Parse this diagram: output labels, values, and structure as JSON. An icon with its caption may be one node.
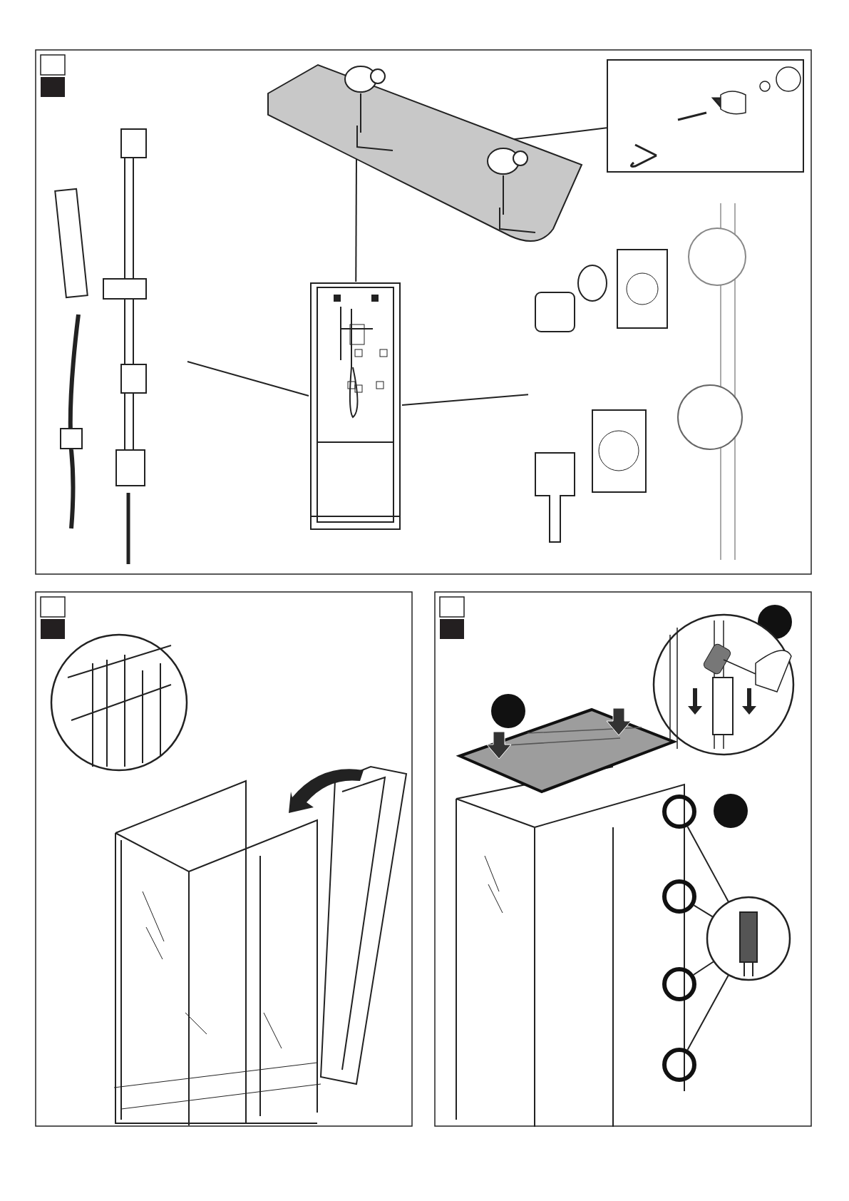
{
  "diagram": {
    "nodes": [
      {
        "text": [],
        "shape": "picture"
      },
      {
        "text": [],
        "shape": "picture"
      },
      {
        "text": [],
        "shape": "box"
      },
      {
        "text": [],
        "shape": "picture"
      },
      {
        "text": [],
        "shape": "picture"
      },
      {
        "text": [],
        "shape": "picture"
      },
      {
        "text": [],
        "shape": "circle"
      },
      {
        "text": [],
        "shape": "circle"
      },
      {
        "text": [],
        "shape": "circle"
      },
      {
        "text": [],
        "shape": "circle"
      }
    ],
    "edges": [
      {
        "from": 0,
        "to": 1,
        "arrow": "none"
      },
      {
        "from": 1,
        "to": 2,
        "arrow": "none"
      },
      {
        "from": 0,
        "to": 3,
        "arrow": "none"
      },
      {
        "from": 0,
        "to": 4,
        "arrow": "none"
      },
      {
        "from": 5,
        "to": 6,
        "arrow": "none"
      },
      {
        "from": 5,
        "to": 7,
        "arrow": "none"
      },
      {
        "from": 5,
        "to": 8,
        "arrow": "none"
      },
      {
        "from": 5,
        "to": 9,
        "arrow": "none"
      }
    ]
  }
}
